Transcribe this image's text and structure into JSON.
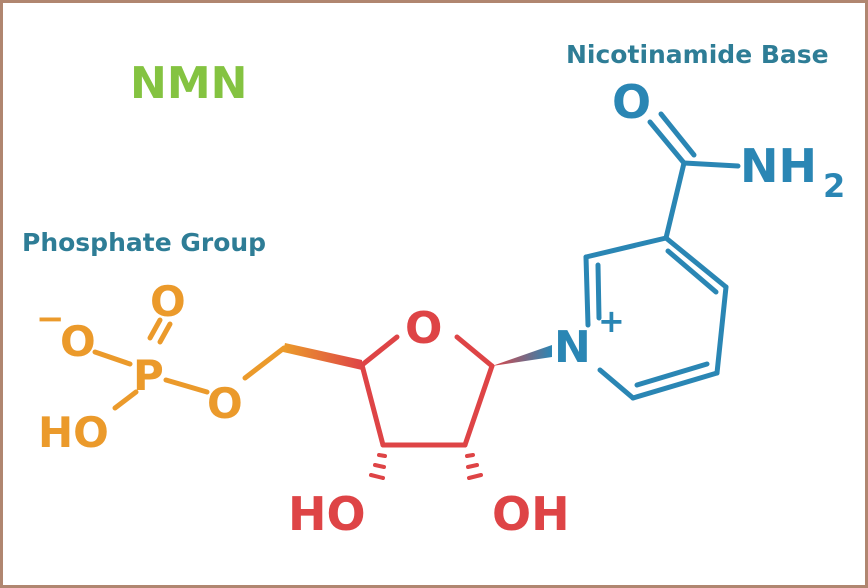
{
  "title": "NMN",
  "labels": {
    "nicotinamide": "Nicotinamide Base",
    "phosphate": "Phosphate Group"
  },
  "atoms": {
    "amide_o": "O",
    "amide_nh": "NH",
    "amide_sub": "2",
    "n_plus": "N",
    "plus": "+",
    "ring_o": "O",
    "ho_left": "HO",
    "oh_right": "OH",
    "p": "P",
    "p_o_top": "O",
    "o_minus": "O",
    "minus": "−",
    "ho_p": "HO",
    "o_bridge": "O"
  },
  "colors": {
    "title": "#84c341",
    "nicotinamide": "#2a86b4",
    "label_text": "#2e7d96",
    "ribose": "#de4446",
    "phosphate": "#eb9a2b",
    "border": "#b08670"
  }
}
